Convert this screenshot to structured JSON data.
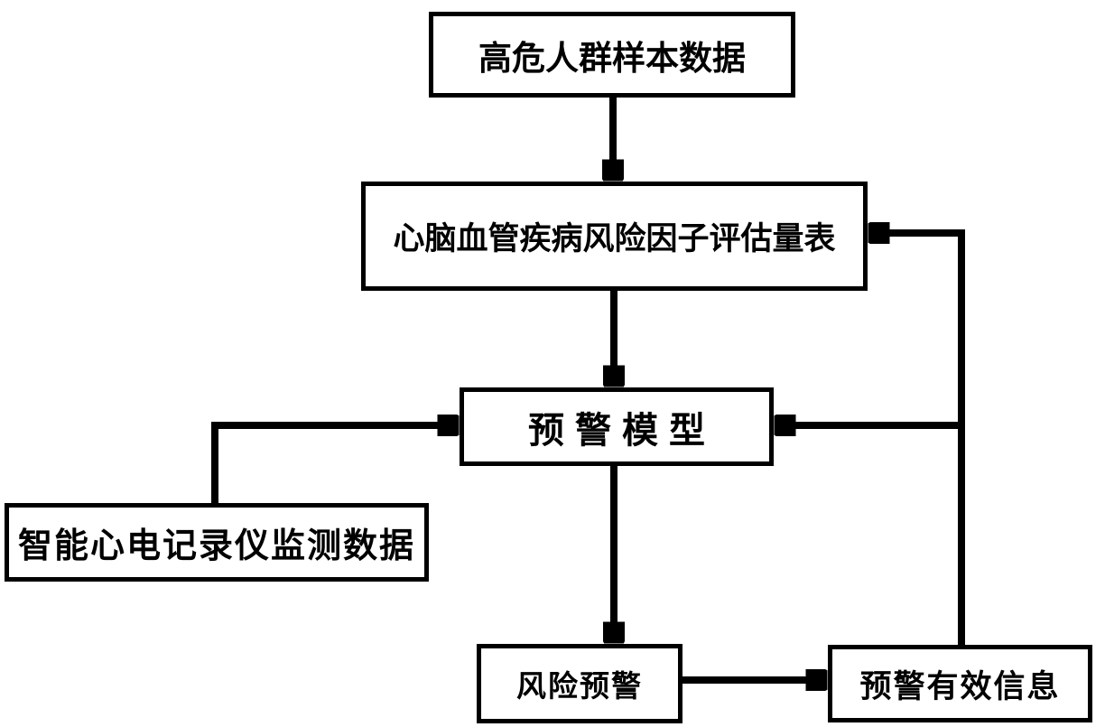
{
  "diagram": {
    "type": "flowchart",
    "background_color": "#ffffff",
    "line_color": "#000000",
    "text_color": "#000000",
    "nodes": {
      "sample_data": {
        "label": "高危人群样本数据"
      },
      "risk_scale": {
        "label": "心脑血管疾病风险因子评估量表"
      },
      "warning_model": {
        "label": "预警模型"
      },
      "ecg_data": {
        "label": "智能心电记录仪监测数据"
      },
      "risk_warning": {
        "label": "风险预警"
      },
      "valid_info": {
        "label": "预警有效信息"
      }
    },
    "edges": [
      {
        "from": "sample_data",
        "to": "risk_scale",
        "style": "straight-down"
      },
      {
        "from": "risk_scale",
        "to": "warning_model",
        "style": "straight-down"
      },
      {
        "from": "ecg_data",
        "to": "warning_model",
        "style": "elbow-up-right"
      },
      {
        "from": "warning_model",
        "to": "risk_warning",
        "style": "straight-down"
      },
      {
        "from": "risk_warning",
        "to": "valid_info",
        "style": "straight-right"
      },
      {
        "from": "valid_info",
        "to": "warning_model",
        "style": "elbow-up-left"
      },
      {
        "from": "valid_info",
        "to": "risk_scale",
        "style": "elbow-up-left"
      }
    ]
  }
}
